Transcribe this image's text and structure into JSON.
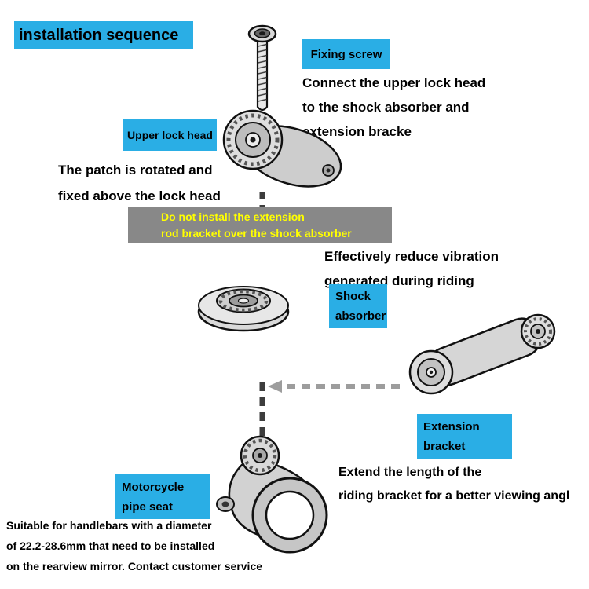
{
  "title": "installation sequence",
  "colors": {
    "accent": "#2AAEE5",
    "warning_bg": "#888888",
    "warning_text": "#FFFF00",
    "connector_dark": "#3D3D3D",
    "arrow_gray": "#9D9D9D"
  },
  "fixing_screw": {
    "label": "Fixing screw",
    "desc": [
      "Connect the upper lock head",
      "to the shock absorber and",
      "extension bracke"
    ]
  },
  "upper_lock_head": {
    "label": "Upper lock head",
    "desc": [
      "The patch is rotated and",
      "fixed above the lock head"
    ]
  },
  "warning": {
    "lines": [
      "Do not install the extension",
      "rod bracket over the shock absorber"
    ]
  },
  "shock_absorber": {
    "label": [
      "Shock",
      "absorber"
    ],
    "desc": [
      "Effectively reduce vibration",
      "generated during riding"
    ]
  },
  "extension_bracket": {
    "label": [
      "Extension",
      "bracket"
    ],
    "desc": [
      "Extend the length of the",
      "riding bracket for a better viewing angl"
    ]
  },
  "pipe_seat": {
    "label": [
      "Motorcycle",
      "pipe seat"
    ],
    "note": [
      "Suitable for handlebars with a diameter",
      "of 22.2-28.6mm that need to be installed",
      "on the rearview mirror. Contact customer service"
    ]
  },
  "illustrations": [
    "fixing-screw-illustration",
    "upper-lock-head-illustration",
    "shock-absorber-illustration",
    "extension-bracket-illustration",
    "motorcycle-pipe-seat-illustration"
  ]
}
